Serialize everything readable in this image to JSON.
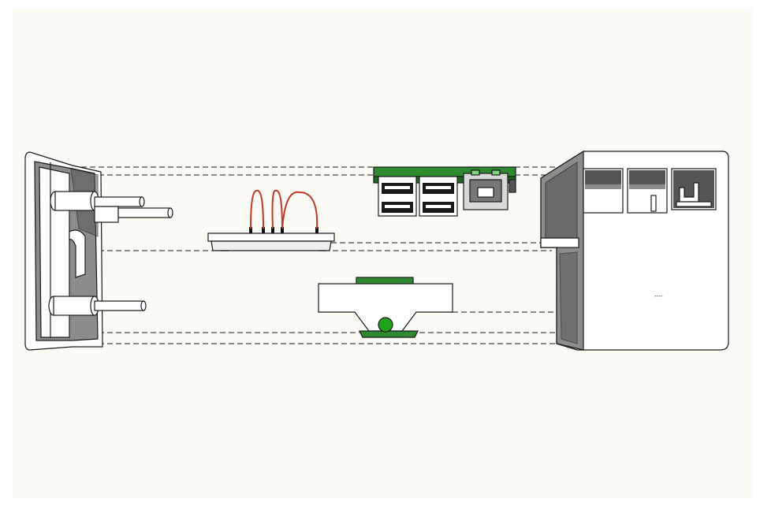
{
  "diagram": {
    "type": "exploded-assembly",
    "colors": {
      "paper": "#fcfaf4",
      "body": "#ffffff",
      "shade": "#8c8c8c",
      "dark_shade": "#555555",
      "pcb": "#2f8a2f",
      "wire": "#c0392b",
      "led": "#1fa31f"
    },
    "parts": [
      {
        "name": "end-cap"
      },
      {
        "name": "standoff-posts"
      },
      {
        "name": "pin-header-board"
      },
      {
        "name": "usb-ethernet-board"
      },
      {
        "name": "led-holder"
      },
      {
        "name": "enclosure-body"
      }
    ],
    "label": "----"
  }
}
